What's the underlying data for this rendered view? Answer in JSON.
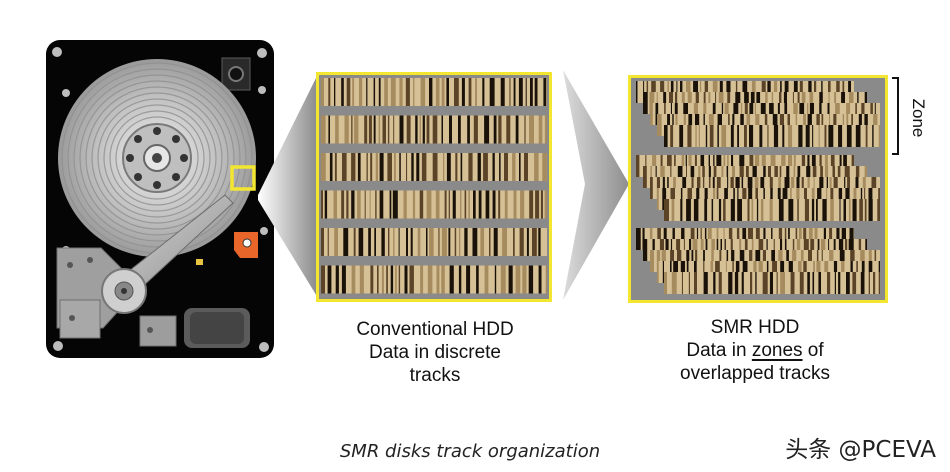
{
  "panels": {
    "conventional": {
      "title": "Conventional HDD",
      "line2": "Data in discrete",
      "line3": "tracks"
    },
    "smr": {
      "title": "SMR HDD",
      "line2_pre": "Data in ",
      "line2_zone": "zones",
      "line2_post": " of",
      "line3": "overlapped tracks"
    }
  },
  "zone_label": "Zone",
  "caption": "SMR disks track organization",
  "watermark": "头条 @PCEVA",
  "colors": {
    "highlight": "#f2e631",
    "track_light": "#d6c197",
    "track_dark": "#1a1209",
    "gap_gray": "#8a8a8a",
    "drive_body": "#050505",
    "platter": "#c9c9c9",
    "actuator_accent": "#e8662a"
  },
  "icons": {
    "drive": "hard-disk-drive-icon",
    "spindle": "spindle-icon",
    "arm": "actuator-arm-icon"
  }
}
